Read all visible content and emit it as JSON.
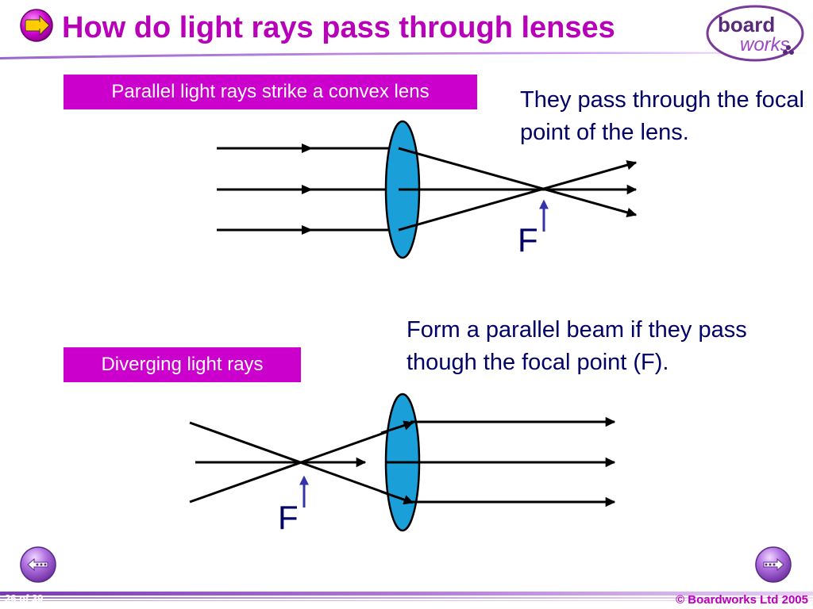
{
  "title": "How do light rays pass through lenses",
  "logo": {
    "line1": "board",
    "line2": "works"
  },
  "section1": {
    "label": "Parallel light rays strike a convex lens",
    "explanation": "They pass through the focal point of the lens.",
    "focal_label": "F"
  },
  "section2": {
    "label": "Diverging light rays",
    "explanation": "Form a parallel beam if they pass though the focal point (F).",
    "focal_label": "F"
  },
  "footer": {
    "page": "26 of 39",
    "copyright": "© Boardworks Ltd 2005"
  },
  "colors": {
    "title": "#b800b8",
    "label_bg": "#cc00cc",
    "lens_fill": "#1a9fd8",
    "text": "#000066",
    "focal_arrow": "#3333aa",
    "footer_bar": "#9966cc"
  },
  "icons": {
    "title_icon": "arrow-right-icon",
    "nav_prev": "back-icon",
    "nav_next": "forward-icon"
  }
}
